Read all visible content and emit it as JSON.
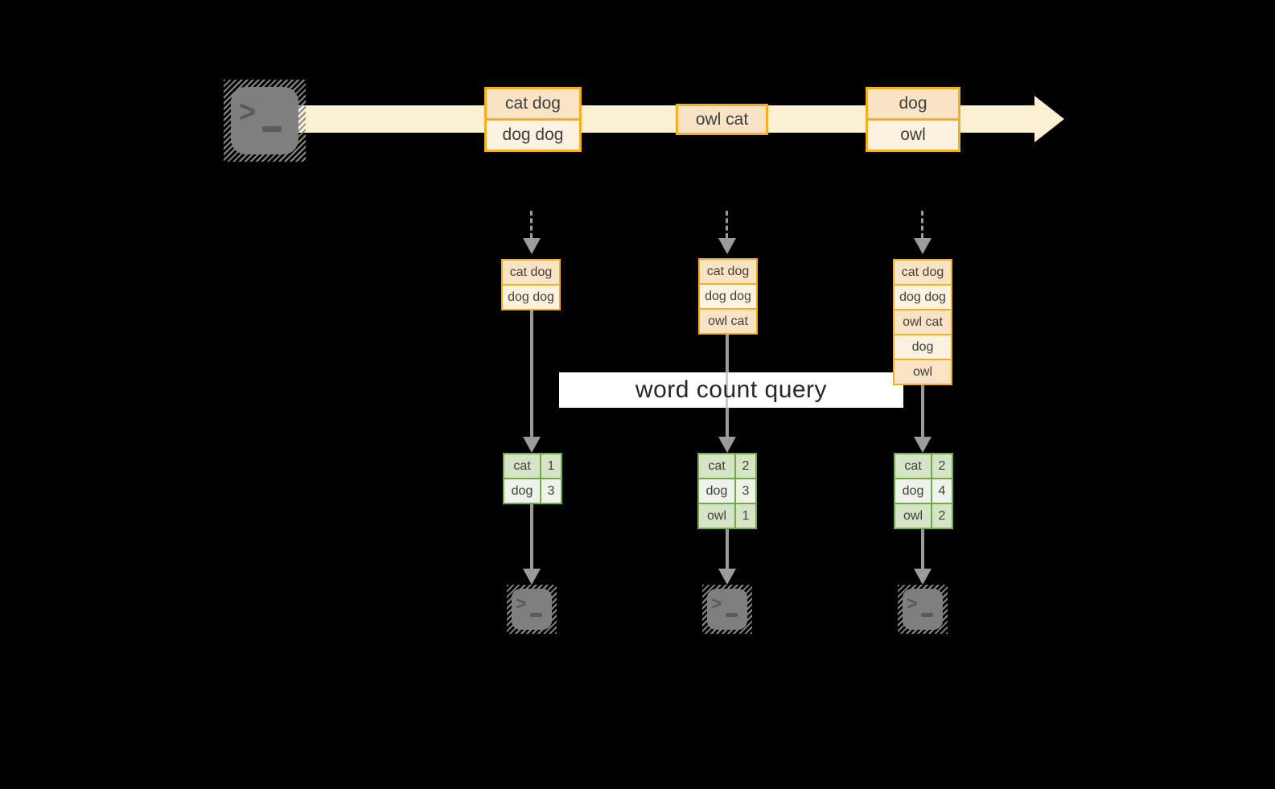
{
  "colors": {
    "background": "#000000",
    "stream_band": "#FBF1D2",
    "batch_border": "#F2B01E",
    "batch_fill_dark": "#FAE3C4",
    "batch_fill_light": "#FDF2E0",
    "result_border": "#6FAC46",
    "result_fill_dark": "#D6E3C6",
    "result_fill_light": "#EDF3E8",
    "arrow_gray": "#9B9B9B",
    "banner_bg": "#FFFFFF",
    "terminal_gray": "#7F7F7F"
  },
  "icons": {
    "source": "terminal-icon",
    "sink": "terminal-icon",
    "prompt_glyph": ">"
  },
  "stream": {
    "batches": [
      {
        "lines": [
          "cat dog",
          "dog dog"
        ]
      },
      {
        "lines": [
          "owl cat"
        ]
      },
      {
        "lines": [
          "dog",
          "owl"
        ]
      }
    ]
  },
  "query_banner": {
    "label": "word count query"
  },
  "columns": [
    {
      "input_rows": [
        "cat dog",
        "dog dog"
      ],
      "counts": [
        {
          "word": "cat",
          "count": "1"
        },
        {
          "word": "dog",
          "count": "3"
        }
      ]
    },
    {
      "input_rows": [
        "cat dog",
        "dog dog",
        "owl cat"
      ],
      "counts": [
        {
          "word": "cat",
          "count": "2"
        },
        {
          "word": "dog",
          "count": "3"
        },
        {
          "word": "owl",
          "count": "1"
        }
      ]
    },
    {
      "input_rows": [
        "cat dog",
        "dog dog",
        "owl cat",
        "dog",
        "owl"
      ],
      "counts": [
        {
          "word": "cat",
          "count": "2"
        },
        {
          "word": "dog",
          "count": "4"
        },
        {
          "word": "owl",
          "count": "2"
        }
      ]
    }
  ]
}
